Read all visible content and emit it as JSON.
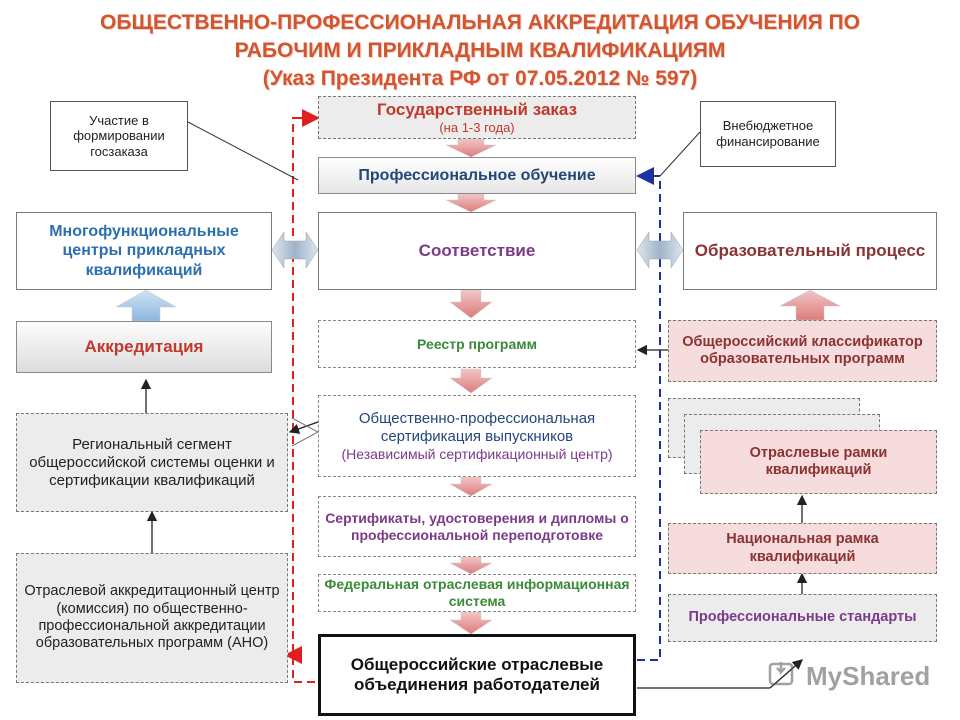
{
  "title": {
    "line1": "ОБЩЕСТВЕННО-ПРОФЕССИОНАЛЬНАЯ АККРЕДИТАЦИЯ ОБУЧЕНИЯ ПО",
    "line2": "РАБОЧИМ И ПРИКЛАДНЫМ КВАЛИФИКАЦИЯМ",
    "line3": "(Указ Президента РФ от 07.05.2012 № 597)"
  },
  "callouts": {
    "left": "Участие в формировании госзаказа",
    "right": "Внебюджетное финансирование"
  },
  "center": {
    "state_order": "Государственный заказ",
    "state_order_sub": "(на 1-3 года)",
    "prof_training": "Профессиональное обучение",
    "compliance": "Соответствие",
    "registry": "Реестр программ",
    "certification": "Общественно-профессиональная сертификация выпускников",
    "certification_sub": "(Независимый сертификационный центр)",
    "certificates": "Сертификаты, удостоверения и дипломы о профессиональной переподготовке",
    "fed_system": "Федеральная отраслевая информационная система",
    "employers": "Общероссийские отраслевые объединения работодателей"
  },
  "left": {
    "mfc": "Многофункциональные центры прикладных квалификаций",
    "accreditation": "Аккредитация",
    "regional": "Региональный сегмент общероссийской системы оценки и сертификации квалификаций",
    "branch_center": "Отраслевой аккредитационный центр (комиссия) по общественно-профессиональной аккредитации образовательных программ (АНО)"
  },
  "right": {
    "edu_process": "Образовательный процесс",
    "classifier": "Общероссийский классификатор образовательных программ",
    "branch_frames": "Отраслевые рамки квалификаций",
    "national_frame": "Национальная рамка квалификаций",
    "prof_standards": "Профессиональные стандарты"
  },
  "watermark": {
    "text": "MyShared",
    "icon": "myshared-logo-icon"
  },
  "colors": {
    "title": "#d2552f",
    "red_text": "#c0392b",
    "blue_text": "#2c6fb0",
    "purple_text": "#7b3a8a",
    "green_text": "#3a8a3a",
    "dark_blue_text": "#23477a",
    "red_dashed_line": "#e02020",
    "blue_dashed_line": "#2030a0",
    "pink_box": "#f6dcdc"
  }
}
